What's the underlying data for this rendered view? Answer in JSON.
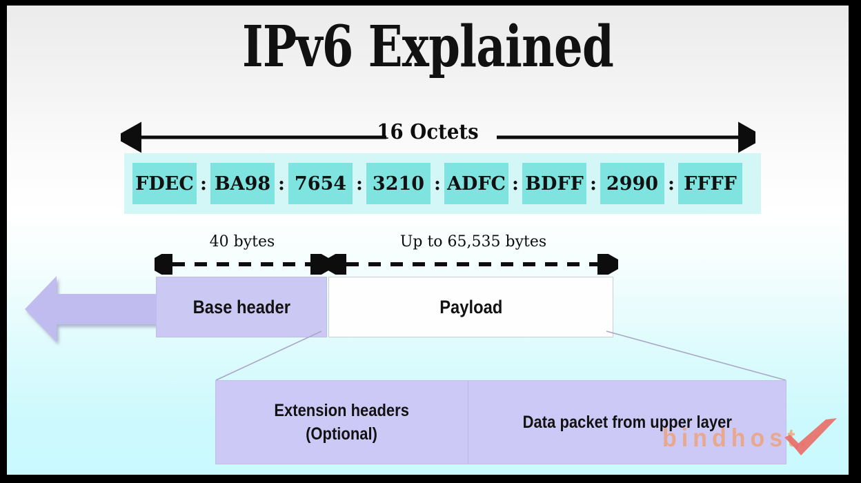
{
  "slide": {
    "title": "IPv6 Explained",
    "background_top_color": "#ebebeb",
    "background_bottom_color": "#c9f9ff",
    "border_color": "#000000"
  },
  "address_diagram": {
    "measure_label": "16 Octets",
    "band_color": "#d3f6f6",
    "cell_color": "#7fe3e0",
    "separator": ":",
    "octets": [
      "FDEC",
      "BA98",
      "7654",
      "3210",
      "ADFC",
      "BDFF",
      "2990",
      "FFFF"
    ]
  },
  "packet_diagram": {
    "base_header_size_label": "40 bytes",
    "payload_size_label": "Up to 65,535 bytes",
    "base_header_label": "Base header",
    "payload_label": "Payload",
    "base_header_color": "#ccc8f4",
    "payload_color": "#fefefe",
    "arrow_color": "#c0bcf0"
  },
  "detail_boxes": {
    "box_color": "#cdc9f7",
    "extension_headers_line1": "Extension headers",
    "extension_headers_line2": "(Optional)",
    "data_packet_label": "Data packet from upper layer"
  },
  "watermark": {
    "text": "bindhost.",
    "color": "#f0a070",
    "check_color": "#e8706a",
    "icon": "check-mark-icon"
  }
}
